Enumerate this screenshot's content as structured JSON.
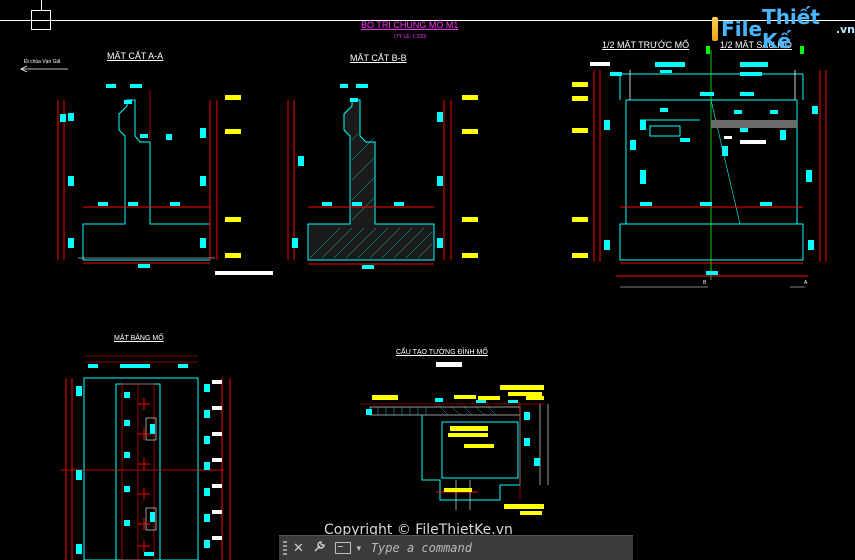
{
  "drawing": {
    "main_title": "BỐ TRÍ CHUNG MỐ M1",
    "scale_note": "(TỶ LỆ: 1:100)",
    "direction_label": "Đi chùa Vạn Giã",
    "views": {
      "section_aa": "MẶT CẮT A-A",
      "section_bb": "MẶT CẮT B-B",
      "half_front": "1/2 MẶT TRƯỚC MỐ",
      "half_back": "1/2 MẶT SAU MỐ",
      "plan": "MẶT BẰNG MỐ",
      "detail": "CẤU TẠO TƯỜNG ĐỈNH MỐ"
    },
    "marker_b": "B",
    "marker_a": "A"
  },
  "watermark": {
    "file": "File",
    "thiet_ke": "Thiết Kế",
    "domain": ".vn",
    "copyright": "Copyright © FileThietKe.vn"
  },
  "command_line": {
    "close_icon": "close-icon",
    "customize_icon": "wrench-icon",
    "prompt_icon": "command-prompt-icon",
    "placeholder": "Type a command"
  },
  "colors": {
    "cyan": "#00ffff",
    "yellow": "#ffff00",
    "red": "#ff0000",
    "white": "#ffffff",
    "magenta": "#ff33ff",
    "green": "#00ff00"
  }
}
